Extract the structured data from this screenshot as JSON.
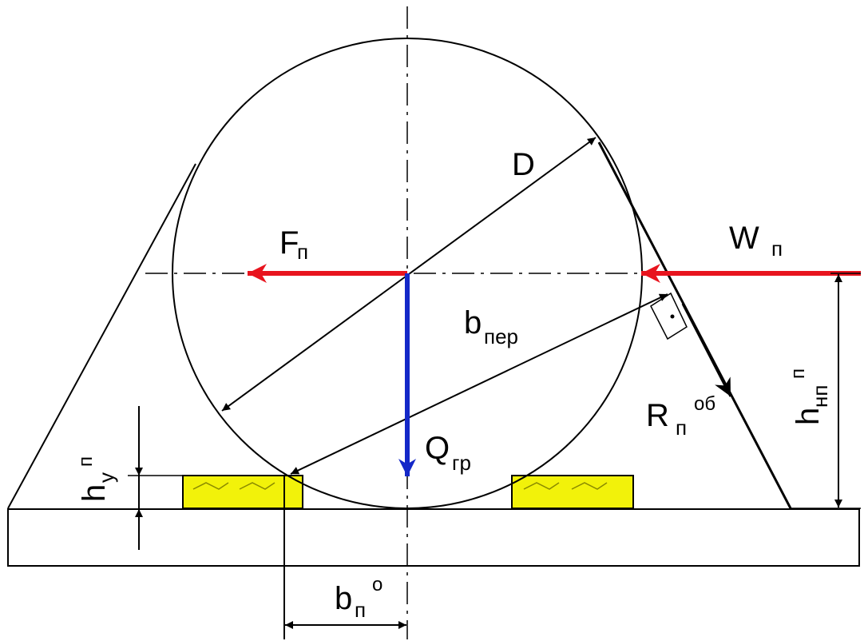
{
  "labels": {
    "diameter": "D",
    "cross_width": {
      "main": "b",
      "sub": "пер"
    },
    "front_force": {
      "main": "F",
      "sub": "п"
    },
    "wind_force": {
      "main": "W",
      "sub": "п"
    },
    "load_force": {
      "main": "Q",
      "sub": "гр"
    },
    "reaction": {
      "main": "R",
      "sub": "п",
      "sup": "об"
    },
    "rope_height": {
      "main": "h",
      "sub": "нп",
      "sup": "п"
    },
    "stop_height": {
      "main": "h",
      "sub": "у",
      "sup": "п"
    },
    "stop_distance": {
      "main": "b",
      "sub": "п",
      "sup": "о"
    }
  },
  "colors": {
    "line": "#000000",
    "force_red": "#e8141e",
    "force_blue": "#1428c8",
    "wedge_fill": "#f2f20a"
  }
}
